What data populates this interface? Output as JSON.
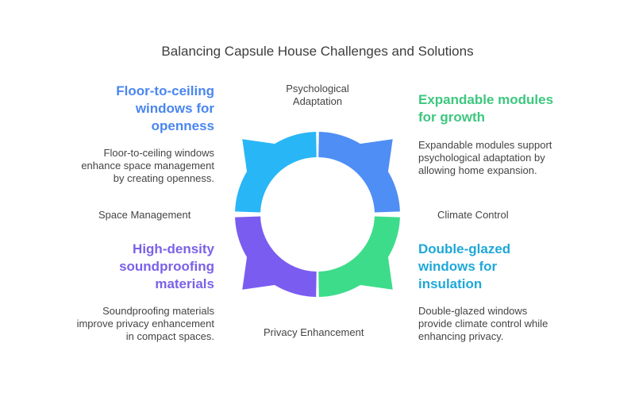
{
  "title": "Balancing Capsule House Challenges and Solutions",
  "cycle_labels": {
    "top": "Psychological Adaptation",
    "top_line1": "Psychological",
    "top_line2": "Adaptation",
    "left": "Space Management",
    "right": "Climate Control",
    "bottom": "Privacy Enhancement"
  },
  "solutions": {
    "top_left": {
      "heading_lines": [
        "Floor-to-ceiling",
        "windows for",
        "openness"
      ],
      "desc_lines": [
        "Floor-to-ceiling windows",
        "enhance space management",
        "by creating openness."
      ],
      "color": "#4a86f0"
    },
    "top_right": {
      "heading_lines": [
        "Expandable modules",
        "for growth"
      ],
      "desc_lines": [
        "Expandable modules support",
        "psychological adaptation by",
        "allowing home expansion."
      ],
      "color": "#3dc77e"
    },
    "bottom_left": {
      "heading_lines": [
        "High-density",
        "soundproofing",
        "materials"
      ],
      "desc_lines": [
        "Soundproofing materials",
        "improve privacy enhancement",
        "in compact spaces."
      ],
      "color": "#7b61e8"
    },
    "bottom_right": {
      "heading_lines": [
        "Double-glazed",
        "windows for",
        "insulation"
      ],
      "desc_lines": [
        "Double-glazed windows",
        "provide climate control while",
        "enhancing privacy."
      ],
      "color": "#1fa8d8"
    }
  },
  "segment_colors": {
    "top_left": "#29b6f6",
    "top_right": "#4f8ef5",
    "bottom_right": "#3ddc8a",
    "bottom_left": "#7b5cf0"
  }
}
